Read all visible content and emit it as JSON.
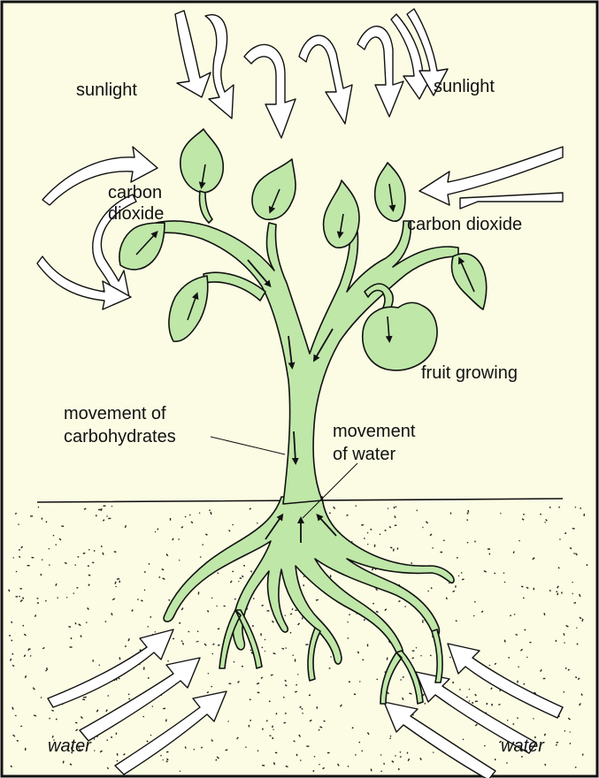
{
  "colors": {
    "background": "#fcfce4",
    "plant": "#bfe7a8",
    "outline": "#111111",
    "soil_dots": "#222222"
  },
  "labels": {
    "sunlight_left": "sunlight",
    "sunlight_right": "sunlight",
    "carbon_dioxide_left_line1": "carbon",
    "carbon_dioxide_left_line2": "dioxide",
    "carbon_dioxide_right": "carbon dioxide",
    "fruit": "fruit growing",
    "carbohydrates_line1": "movement of",
    "carbohydrates_line2": "carbohydrates",
    "water_movement_line1": "movement",
    "water_movement_line2": "of water",
    "water_left": "water",
    "water_right": "water"
  }
}
